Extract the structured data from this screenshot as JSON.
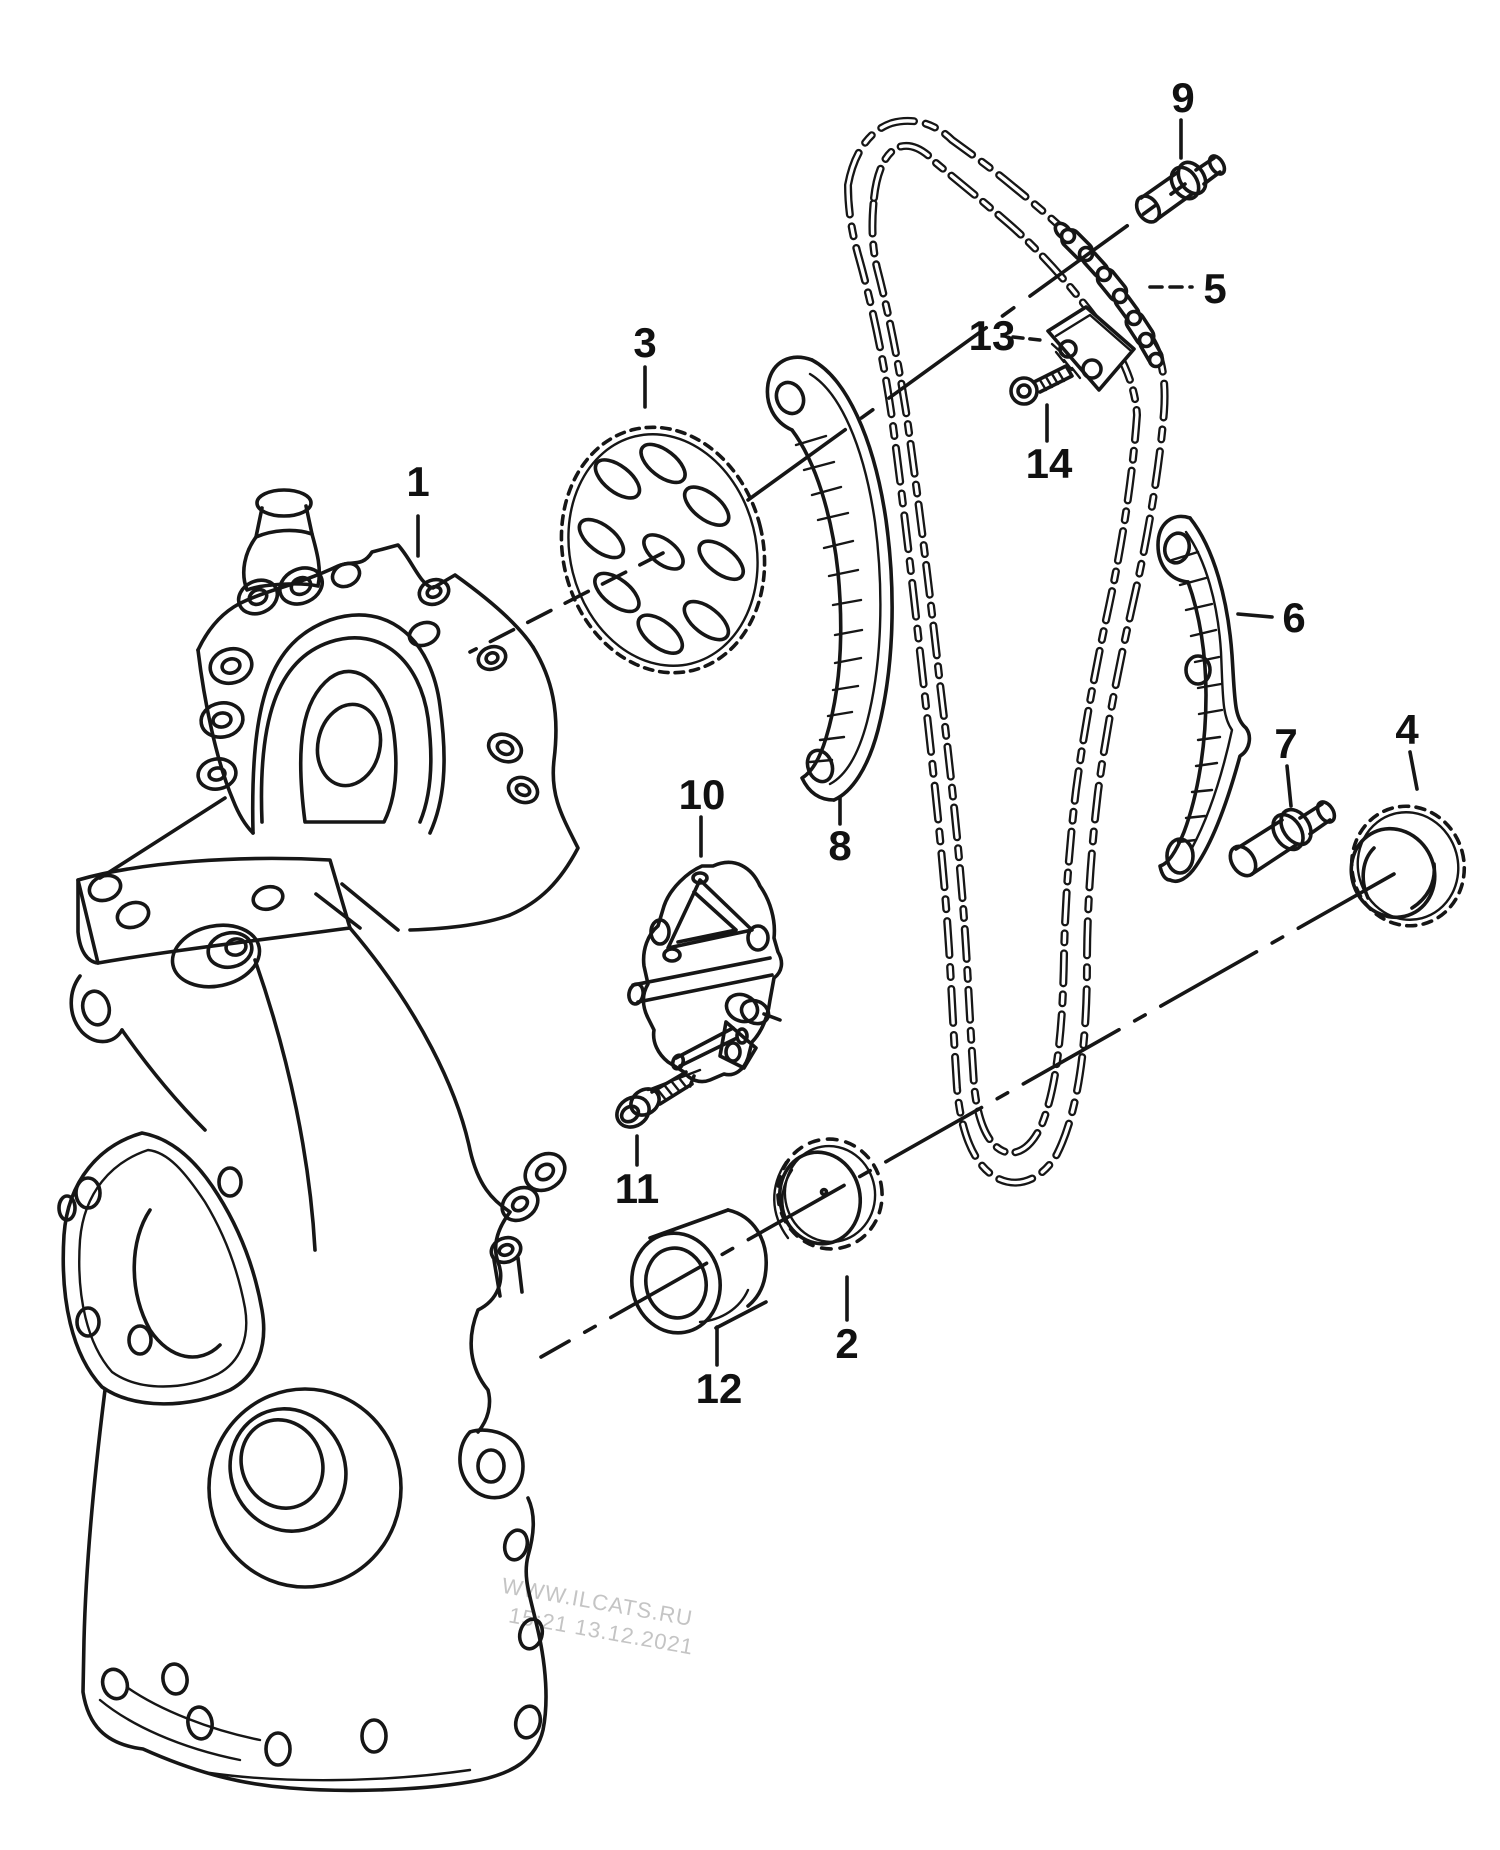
{
  "diagram": {
    "background": "#ffffff",
    "line_color": "#161616",
    "watermark": {
      "line1": "WWW.ILCATS.RU",
      "line2": "15:21 13.12.2021",
      "color": "#c4c4c4"
    },
    "callouts": [
      {
        "label": "1"
      },
      {
        "label": "2"
      },
      {
        "label": "3"
      },
      {
        "label": "4"
      },
      {
        "label": "5"
      },
      {
        "label": "6"
      },
      {
        "label": "7"
      },
      {
        "label": "8"
      },
      {
        "label": "9"
      },
      {
        "label": "10"
      },
      {
        "label": "11"
      },
      {
        "label": "12"
      },
      {
        "label": "13"
      },
      {
        "label": "14"
      }
    ]
  }
}
